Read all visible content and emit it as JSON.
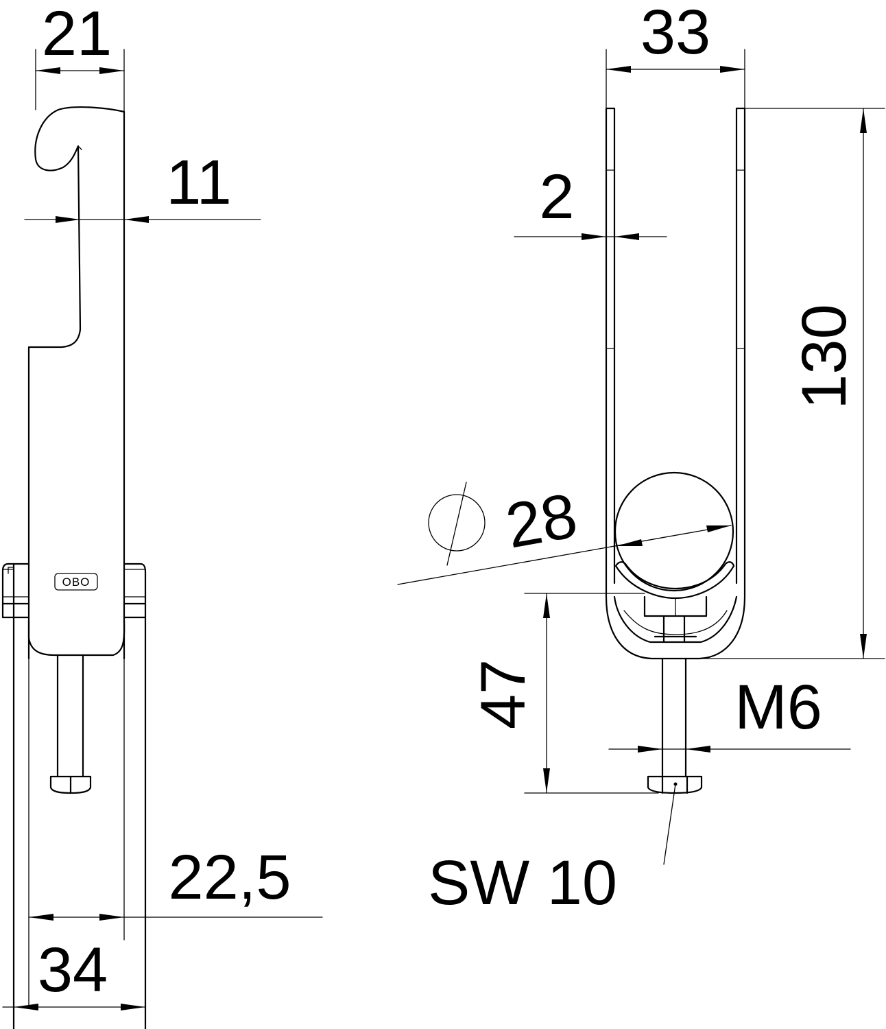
{
  "dimensions": {
    "side_hook_width": "21",
    "side_thickness": "11",
    "side_body_width": "22,5",
    "side_total_width": "34",
    "front_width": "33",
    "front_wall_thickness": "2",
    "front_height": "130",
    "cable_diameter": "28",
    "screw_length": "47",
    "thread": "M6",
    "wrench_size": "SW 10"
  },
  "logo": {
    "text": "OBO"
  },
  "colors": {
    "line": "#000000",
    "background": "#ffffff"
  }
}
